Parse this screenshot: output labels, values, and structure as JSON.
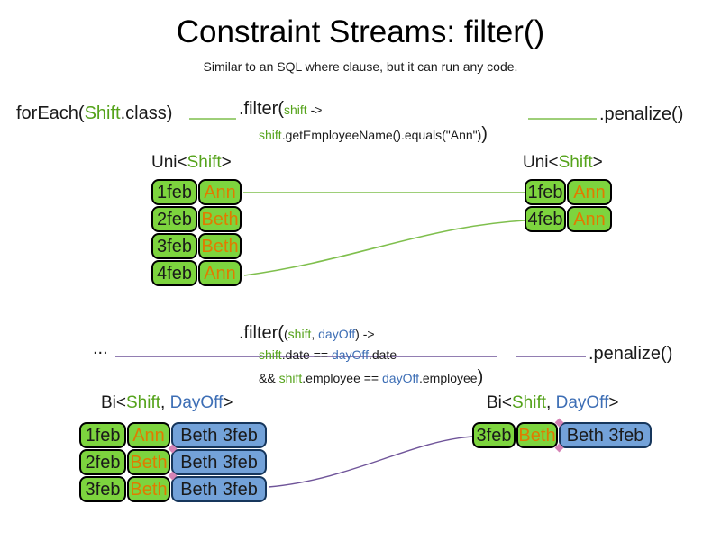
{
  "title": "Constraint Streams: filter()",
  "subtitle": "Similar to an SQL where clause, but it can run any code.",
  "colors": {
    "green_text": "#55a31b",
    "blue_text": "#3d6eb5",
    "orange_text": "#e07b00",
    "code_text": "#1a1a1a",
    "cell_green": "#7dd43e",
    "cell_blue": "#73a2d9",
    "cell_border_dark": "#000000",
    "cell_border_blue": "#16365c",
    "line_green": "#7fbf4d",
    "line_purple": "#6f5499",
    "diamond_pink": "#d584b6"
  },
  "flow1": {
    "source": {
      "p1": "forEach(",
      "p2": "Shift",
      "p3": ".class)"
    },
    "filter_line1": {
      "p1": ".filter(",
      "p2": "shift",
      "p3": " ->"
    },
    "filter_line2": {
      "p1": "shift",
      "p2": ".getEmployeeName().equals(\"Ann\")",
      "p3": ")"
    },
    "sink": ".penalize()"
  },
  "flow2": {
    "source": "...",
    "filter_line1": {
      "p1": ".filter(",
      "p2": "(",
      "p3": "shift",
      "p4": ", ",
      "p5": "dayOff",
      "p6": ") ->"
    },
    "filter_line2": {
      "p1": "shift",
      "p2": ".date == ",
      "p3": "dayOff",
      "p4": ".date"
    },
    "filter_line3": {
      "p1": "&& ",
      "p2": "shift",
      "p3": ".employee == ",
      "p4": "dayOff",
      "p5": ".employee",
      "p6": ")"
    },
    "sink": ".penalize()"
  },
  "tables": {
    "top_left": {
      "header": {
        "p1": "Uni<",
        "p2": "Shift",
        "p3": ">"
      },
      "rows": [
        {
          "date": "1feb",
          "name": "Ann"
        },
        {
          "date": "2feb",
          "name": "Beth"
        },
        {
          "date": "3feb",
          "name": "Beth"
        },
        {
          "date": "4feb",
          "name": "Ann"
        }
      ]
    },
    "top_right": {
      "header": {
        "p1": "Uni<",
        "p2": "Shift",
        "p3": ">"
      },
      "rows": [
        {
          "date": "1feb",
          "name": "Ann"
        },
        {
          "date": "4feb",
          "name": "Ann"
        }
      ]
    },
    "bottom_left": {
      "header": {
        "p1": "Bi<",
        "p2": "Shift",
        "p3": ", ",
        "p4": "DayOff",
        "p5": ">"
      },
      "rows": [
        {
          "date": "1feb",
          "name": "Ann",
          "pair": "Beth 3feb"
        },
        {
          "date": "2feb",
          "name": "Beth",
          "pair": "Beth 3feb"
        },
        {
          "date": "3feb",
          "name": "Beth",
          "pair": "Beth 3feb"
        }
      ]
    },
    "bottom_right": {
      "header": {
        "p1": "Bi<",
        "p2": "Shift",
        "p3": ", ",
        "p4": "DayOff",
        "p5": ">"
      },
      "rows": [
        {
          "date": "3feb",
          "name": "Beth",
          "pair": "Beth 3feb"
        }
      ]
    }
  }
}
